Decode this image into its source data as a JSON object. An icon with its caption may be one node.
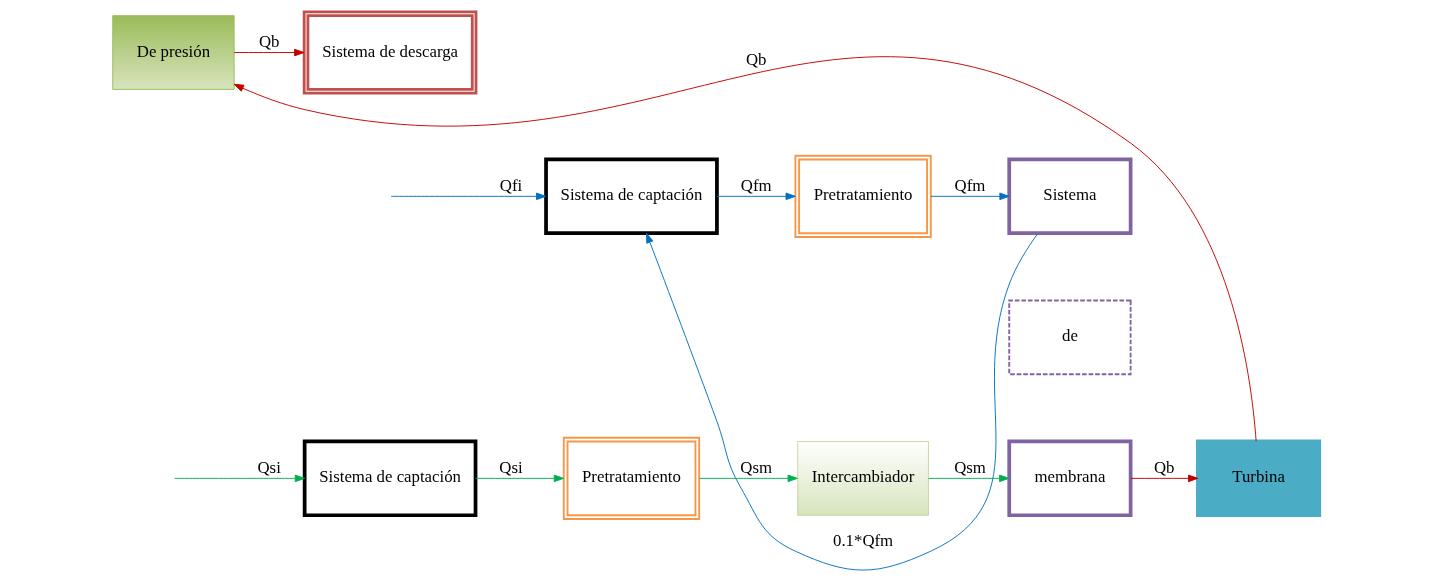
{
  "diagram": {
    "nodes": [
      {
        "text": [
          "Sistema de captación"
        ]
      },
      {
        "text": [
          "Pretratamiento"
        ]
      },
      {
        "text": [
          "Sistema"
        ]
      },
      {
        "text": [
          "de"
        ]
      },
      {
        "text": [
          "membrana"
        ]
      },
      {
        "text": [
          "Sistema de captación"
        ]
      },
      {
        "text": [
          "Pretratamiento"
        ]
      },
      {
        "text": [
          "Intercambiador"
        ]
      },
      {
        "text": [
          "De presión"
        ]
      },
      {
        "text": [
          "Turbina"
        ]
      },
      {
        "text": [
          "Sistema de descarga"
        ]
      }
    ],
    "edges": [
      {
        "from": null,
        "to": 0,
        "arrow": "to",
        "label": "Qfi",
        "color": "#0070c0"
      },
      {
        "from": 0,
        "to": 1,
        "arrow": "to",
        "label": "Qfm",
        "color": "#0070c0"
      },
      {
        "from": 1,
        "to": 2,
        "arrow": "to",
        "label": "Qfm",
        "color": "#0070c0"
      },
      {
        "from": 2,
        "to": 0,
        "arrow": "to",
        "label": "0.1*Qfm",
        "color": "#0070c0"
      },
      {
        "from": null,
        "to": 5,
        "arrow": "to",
        "label": "Qsi",
        "color": "#00b050"
      },
      {
        "from": 5,
        "to": 6,
        "arrow": "to",
        "label": "Qsi",
        "color": "#00b050"
      },
      {
        "from": 6,
        "to": 7,
        "arrow": "to",
        "label": "Qsm",
        "color": "#00b050"
      },
      {
        "from": 7,
        "to": 4,
        "arrow": "to",
        "label": "Qsm",
        "color": "#00b050"
      },
      {
        "from": 4,
        "to": 9,
        "arrow": "to",
        "label": "Qb",
        "color": "#c00000"
      },
      {
        "from": 9,
        "to": 8,
        "arrow": "to",
        "label": "Qb",
        "color": "#c00000"
      },
      {
        "from": 8,
        "to": 10,
        "arrow": "to",
        "label": "Qb",
        "color": "#c00000"
      }
    ]
  }
}
